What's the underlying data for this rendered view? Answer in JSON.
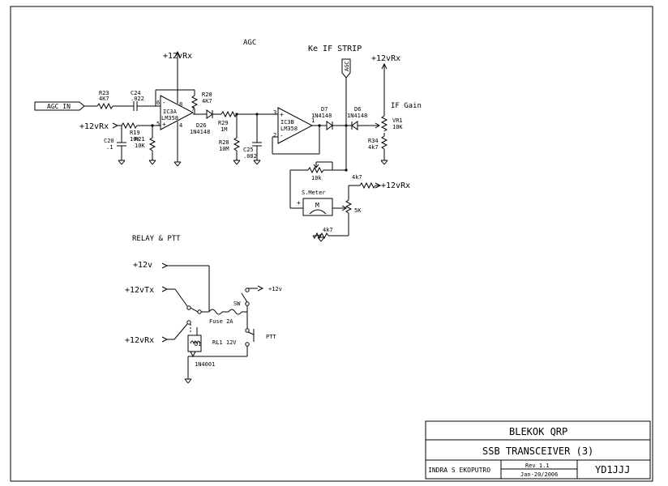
{
  "labels": {
    "agc_title": "AGC",
    "ke_if_strip": "Ke IF STRIP",
    "agc_tag": "AGC",
    "agc_in": "AGC IN",
    "vcc_ic3a": "+12vRx",
    "vcc_vr1": "+12vRx",
    "vcc_r19": "+12vRx",
    "vcc_5k": "+12vRx",
    "r23": "R23",
    "r23_val": "4K7",
    "c24": "C24",
    "c24_val": ".022",
    "r20": "R20",
    "r20_val": "4K7",
    "ic3a": "IC3A",
    "ic3a_type": "LM358",
    "pin6": "6",
    "pin8": "8",
    "pin7": "7",
    "pin5": "5",
    "pin4": "4",
    "d26": "D26",
    "d26_val": "1N4148",
    "r29": "R29",
    "r29_val": "1M",
    "r19": "R19",
    "r19_val": "10K",
    "r21": "R21",
    "r21_val": "10K",
    "c20": "C20",
    "c20_val": ".1",
    "r28": "R28",
    "r28_val": "10M",
    "c25": "C25",
    "c25_val": ".082",
    "ic3b": "IC3B",
    "ic3b_type": "LM358",
    "pin3": "3",
    "pin2": "2",
    "pin1": "1",
    "d7": "D7",
    "d7_val": "1N4148",
    "d6": "D6",
    "d6_val": "1N4148",
    "if_gain": "IF Gain",
    "vr1": "VR1",
    "vr1_val": "10K",
    "r34": "R34",
    "r34_val": "4k7",
    "pot10k": "10k",
    "r4k7_top": "4k7",
    "smeter": "S.Meter",
    "meter_m": "M",
    "pot5k": "5K",
    "r4k7_bot": "4k7",
    "relay_ptt": "RELAY & PTT",
    "p12v": "+12v",
    "p12vtx": "+12vTx",
    "p12vrx": "+12vRx",
    "sw_12v": "+12v",
    "sw": "SW",
    "fuse": "Fuse 2A",
    "ptt": "PTT",
    "rl1": "RL1 12V",
    "d1": "D1",
    "d1_val": "1N4001",
    "plus": "+",
    "minus": "-"
  },
  "title_block": {
    "title1": "BLEKOK QRP",
    "title2": "SSB TRANSCEIVER (3)",
    "author": "INDRA S EKOPUTRO",
    "rev": "Rev 1.1",
    "date": "Jan-20/2006",
    "callsign": "YD1JJJ"
  }
}
